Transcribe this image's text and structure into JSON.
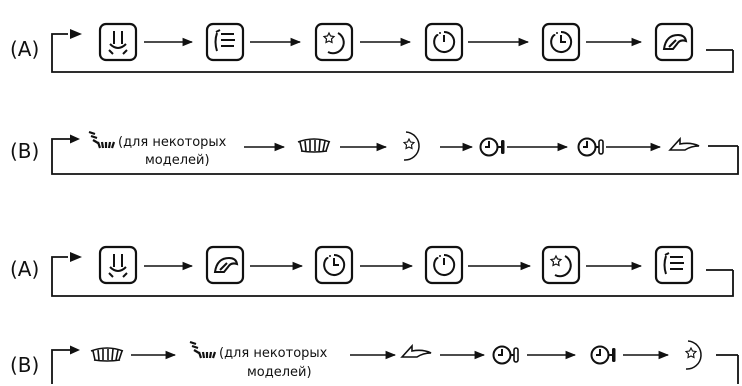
{
  "rows": {
    "row1": {
      "label": "(A)"
    },
    "row2": {
      "label": "(B)",
      "note_line1": "(для некоторых",
      "note_line2": "моделей)"
    },
    "row3": {
      "label": "(A)"
    },
    "row4": {
      "label": "(B)",
      "note_line1": "(для некоторых",
      "note_line2": "моделей)"
    }
  },
  "sequences": {
    "row1": [
      "swing-vertical-icon",
      "airflow-direction-icon",
      "sleep-icon",
      "timer-on-icon",
      "timer-off-icon",
      "turbo-icon"
    ],
    "row2": [
      "swing-fan-icon",
      "louver-icon",
      "sleep-moon-icon",
      "timer-on-icon",
      "timer-off-icon",
      "turbo-arrow-icon"
    ],
    "row3": [
      "swing-vertical-icon",
      "turbo-icon",
      "timer-off-icon",
      "timer-on-icon",
      "sleep-icon",
      "airflow-direction-icon"
    ],
    "row4": [
      "louver-icon",
      "swing-fan-icon",
      "turbo-arrow-icon",
      "timer-off-icon",
      "timer-on-icon",
      "sleep-moon-icon"
    ]
  }
}
